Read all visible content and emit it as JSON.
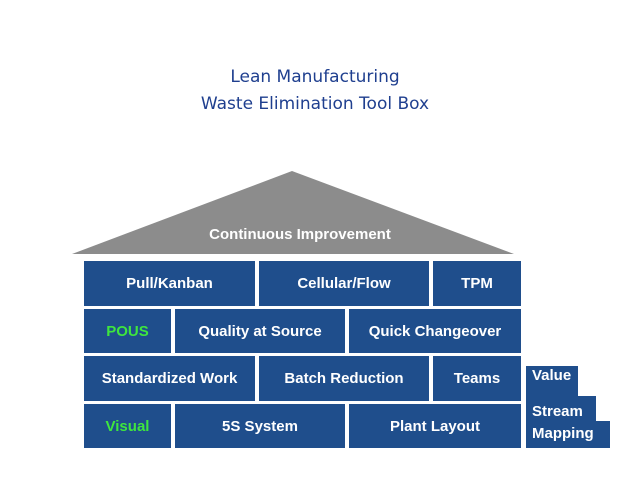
{
  "title": {
    "line1": "Lean Manufacturing",
    "line2": "Waste Elimination Tool Box"
  },
  "roof": {
    "label": "Continuous Improvement"
  },
  "rows": [
    [
      "Pull/Kanban",
      "Cellular/Flow",
      "TPM"
    ],
    [
      "POUS",
      "Quality at Source",
      "Quick Changeover"
    ],
    [
      "Standardized Work",
      "Batch Reduction",
      "Teams"
    ],
    [
      "Visual",
      "5S System",
      "Plant Layout"
    ]
  ],
  "value_stream": {
    "line1": "Value",
    "line2": "Stream",
    "line3": "Mapping"
  },
  "colors": {
    "block": "#1f4e8c",
    "roof": "#8c8c8c",
    "title": "#1f3f8f",
    "highlight": "#3ee63e"
  }
}
